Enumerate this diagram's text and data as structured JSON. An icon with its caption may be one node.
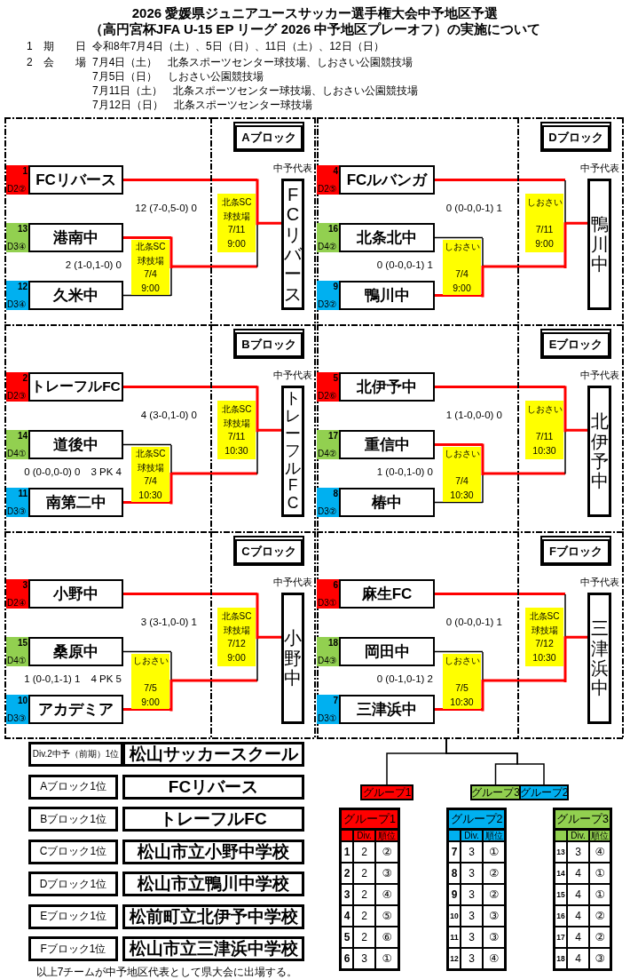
{
  "diagram": {
    "title": "2026 愛媛県ジュニアユースサッカー選手権大会中予地区予選",
    "nodes": [
      {
        "text": [],
        "shape": "box"
      },
      {
        "text": [
          "Aブロック"
        ],
        "in": 0
      },
      {
        "text": [
          "1",
          "D2②"
        ],
        "in": 0
      },
      {
        "text": [
          "FCリバース"
        ],
        "in": 0
      },
      {
        "text": [
          "北条SC球技場",
          "7/11",
          "9:00"
        ],
        "in": 0
      },
      {
        "text": [
          "FCリバース"
        ],
        "beside": [
          "中予代表"
        ],
        "in": 0
      },
      {
        "text": [
          "13",
          "D3④"
        ],
        "in": 0
      },
      {
        "text": [
          "港南中"
        ],
        "in": 0
      },
      {
        "text": [
          "北条SC球技場",
          "7/4",
          "9:00"
        ],
        "in": 0
      },
      {
        "text": [
          "12",
          "D3④"
        ],
        "in": 0
      },
      {
        "text": [
          "久米中"
        ],
        "in": 0
      },
      {
        "text": [],
        "shape": "box"
      },
      {
        "text": [
          "Dブロック"
        ],
        "in": 11
      },
      {
        "text": [
          "4",
          "D2⑤"
        ],
        "in": 11
      },
      {
        "text": [
          "FCルバンガ"
        ],
        "in": 11
      },
      {
        "text": [
          "しおさい",
          "7/11",
          "9:00"
        ],
        "in": 11
      },
      {
        "text": [
          "鴨川中"
        ],
        "beside": [
          "中予代表"
        ],
        "in": 11
      },
      {
        "text": [
          "16",
          "D4②"
        ],
        "in": 11
      },
      {
        "text": [
          "北条北中"
        ],
        "in": 11
      },
      {
        "text": [
          "しおさい",
          "7/4",
          "9:00"
        ],
        "in": 11
      },
      {
        "text": [
          "9",
          "D3②"
        ],
        "in": 11
      },
      {
        "text": [
          "鴨川中"
        ],
        "in": 11
      },
      {
        "text": [],
        "shape": "box"
      },
      {
        "text": [
          "Bブロック"
        ],
        "in": 22
      },
      {
        "text": [
          "2",
          "D2③"
        ],
        "in": 22
      },
      {
        "text": [
          "トレーフルFC"
        ],
        "in": 22
      },
      {
        "text": [
          "北条SC球技場",
          "7/11",
          "10:30"
        ],
        "in": 22
      },
      {
        "text": [
          "トレーフルFC"
        ],
        "beside": [
          "中予代表"
        ],
        "in": 22
      },
      {
        "text": [
          "14",
          "D4①"
        ],
        "in": 22
      },
      {
        "text": [
          "道後中"
        ],
        "in": 22
      },
      {
        "text": [
          "北条SC球技場",
          "7/4",
          "10:30"
        ],
        "in": 22
      },
      {
        "text": [
          "11",
          "D3③"
        ],
        "in": 22
      },
      {
        "text": [
          "南第二中"
        ],
        "in": 22
      },
      {
        "text": [],
        "shape": "box"
      },
      {
        "text": [
          "Eブロック"
        ],
        "in": 33
      },
      {
        "text": [
          "5",
          "D2⑥"
        ],
        "in": 33
      },
      {
        "text": [
          "北伊予中"
        ],
        "in": 33
      },
      {
        "text": [
          "しおさい",
          "7/11",
          "10:30"
        ],
        "in": 33
      },
      {
        "text": [
          "北伊予中"
        ],
        "beside": [
          "中予代表"
        ],
        "in": 33
      },
      {
        "text": [
          "17",
          "D4②"
        ],
        "in": 33
      },
      {
        "text": [
          "重信中"
        ],
        "in": 33
      },
      {
        "text": [
          "しおさい",
          "7/4",
          "10:30"
        ],
        "in": 33
      },
      {
        "text": [
          "8",
          "D3②"
        ],
        "in": 33
      },
      {
        "text": [
          "椿中"
        ],
        "in": 33
      },
      {
        "text": [],
        "shape": "box"
      },
      {
        "text": [
          "Cブロック"
        ],
        "in": 44
      },
      {
        "text": [
          "3",
          "D2④"
        ],
        "in": 44
      },
      {
        "text": [
          "小野中"
        ],
        "in": 44
      },
      {
        "text": [
          "北条SC球技場",
          "7/12",
          "9:00"
        ],
        "in": 44
      },
      {
        "text": [
          "小野中"
        ],
        "beside": [
          "中予代表"
        ],
        "in": 44
      },
      {
        "text": [
          "15",
          "D4①"
        ],
        "in": 44
      },
      {
        "text": [
          "桑原中"
        ],
        "in": 44
      },
      {
        "text": [
          "しおさい",
          "7/5",
          "9:00"
        ],
        "in": 44
      },
      {
        "text": [
          "10",
          "D3③"
        ],
        "in": 44
      },
      {
        "text": [
          "アカデミア"
        ],
        "in": 44
      },
      {
        "text": [],
        "shape": "box"
      },
      {
        "text": [
          "Fブロック"
        ],
        "in": 55
      },
      {
        "text": [
          "6",
          "D3①"
        ],
        "in": 55
      },
      {
        "text": [
          "麻生FC"
        ],
        "in": 55
      },
      {
        "text": [
          "北条SC球技場",
          "7/12",
          "10:30"
        ],
        "in": 55
      },
      {
        "text": [
          "三津浜中"
        ],
        "beside": [
          "中予代表"
        ],
        "in": 55
      },
      {
        "text": [
          "18",
          "D4③"
        ],
        "in": 55
      },
      {
        "text": [
          "岡田中"
        ],
        "in": 55
      },
      {
        "text": [
          "しおさい",
          "7/5",
          "10:30"
        ],
        "in": 55
      },
      {
        "text": [
          "7",
          "D3①"
        ],
        "in": 55
      },
      {
        "text": [
          "三津浜中"
        ],
        "in": 55
      },
      {
        "text": [
          "Div.2中予（前期）1位"
        ]
      },
      {
        "text": [
          "松山サッカースクール"
        ]
      },
      {
        "text": [
          "Aブロック1位"
        ]
      },
      {
        "text": [
          "FCリバース"
        ]
      },
      {
        "text": [
          "Bブロック1位"
        ]
      },
      {
        "text": [
          "トレーフルFC"
        ]
      },
      {
        "text": [
          "Cブロック1位"
        ]
      },
      {
        "text": [
          "松山市立小野中学校"
        ]
      },
      {
        "text": [
          "Dブロック1位"
        ]
      },
      {
        "text": [
          "松山市立鴨川中学校"
        ]
      },
      {
        "text": [
          "Eブロック1位"
        ]
      },
      {
        "text": [
          "松前町立北伊予中学校"
        ]
      },
      {
        "text": [
          "Fブロック1位"
        ]
      },
      {
        "text": [
          "松山市立三津浜中学校"
        ]
      },
      {
        "text": [
          "グループ1"
        ]
      },
      {
        "text": [
          "グループ3"
        ]
      },
      {
        "text": [
          "グループ2"
        ]
      }
    ],
    "edges": [
      {
        "from": 3,
        "to": 4,
        "arrow": "none"
      },
      {
        "from": 7,
        "to": 8,
        "arrow": "none"
      },
      {
        "from": 10,
        "to": 8,
        "arrow": "none",
        "color": "#000000"
      },
      {
        "from": 8,
        "to": 4,
        "arrow": "none"
      },
      {
        "from": 4,
        "to": 5,
        "arrow": "none"
      },
      {
        "from": 14,
        "to": 15,
        "arrow": "none"
      },
      {
        "from": 18,
        "to": 19,
        "arrow": "none",
        "color": "#000000"
      },
      {
        "from": 21,
        "to": 19,
        "arrow": "none"
      },
      {
        "from": 19,
        "to": 15,
        "arrow": "none"
      },
      {
        "from": 15,
        "to": 16,
        "arrow": "none"
      },
      {
        "from": 25,
        "to": 26,
        "arrow": "none"
      },
      {
        "from": 29,
        "to": 30,
        "arrow": "none",
        "color": "#000000"
      },
      {
        "from": 32,
        "to": 30,
        "arrow": "none"
      },
      {
        "from": 30,
        "to": 26,
        "arrow": "none"
      },
      {
        "from": 26,
        "to": 27,
        "arrow": "none"
      },
      {
        "from": 36,
        "to": 37,
        "arrow": "none"
      },
      {
        "from": 40,
        "to": 41,
        "arrow": "none"
      },
      {
        "from": 43,
        "to": 41,
        "arrow": "none",
        "color": "#000000"
      },
      {
        "from": 41,
        "to": 37,
        "arrow": "none"
      },
      {
        "from": 37,
        "to": 38,
        "arrow": "none"
      },
      {
        "from": 47,
        "to": 48,
        "arrow": "none"
      },
      {
        "from": 51,
        "to": 52,
        "arrow": "none",
        "color": "#000000"
      },
      {
        "from": 54,
        "to": 52,
        "arrow": "none"
      },
      {
        "from": 52,
        "to": 48,
        "arrow": "none"
      },
      {
        "from": 48,
        "to": 49,
        "arrow": "none"
      },
      {
        "from": 58,
        "to": 59,
        "arrow": "none"
      },
      {
        "from": 62,
        "to": 63,
        "arrow": "none",
        "color": "#000000"
      },
      {
        "from": 65,
        "to": 63,
        "arrow": "none"
      },
      {
        "from": 63,
        "to": 59,
        "arrow": "none"
      },
      {
        "from": 59,
        "to": 60,
        "arrow": "none"
      },
      {
        "from": 55,
        "to": 80,
        "arrow": "none",
        "color": "#000000"
      },
      {
        "from": 55,
        "to": 81,
        "arrow": "none",
        "color": "#000000"
      },
      {
        "from": 55,
        "to": 82,
        "arrow": "none",
        "color": "#000000"
      }
    ],
    "labels": [
      "（高円宮杯JFA U-15 EP リーグ 2026 中予地区プレーオフ）の実施について",
      "1　期　　日",
      "令和8年7月4日（土）、5日（日）、11日（土）、12日（日）",
      "2　会　　場",
      "7月4日（土）　北条スポーツセンター球技場、しおさい公園競技場",
      "7月5日（日）　しおさい公園競技場",
      "7月11日（土）　北条スポーツセンター球技場、しおさい公園競技場",
      "7月12日（日）　北条スポーツセンター球技場",
      "12 (7-0,5-0) 0",
      "2 (1-0,1-0) 0",
      "0 (0-0,0-1) 1",
      "0 (0-0,0-1) 1",
      "4 (3-0,1-0) 0",
      "0 (0-0,0-0) 0　3 PK 4",
      "1 (1-0,0-0) 0",
      "1 (0-0,1-0) 0",
      "3 (3-1,0-0) 1",
      "1 (0-0,1-1) 1　4 PK 5",
      "0 (0-0,0-1) 1",
      "0 (0-1,0-1) 2",
      "グループ1",
      "Div.",
      "順位",
      "1",
      "2",
      "②",
      "2",
      "2",
      "③",
      "3",
      "2",
      "④",
      "4",
      "2",
      "⑤",
      "5",
      "2",
      "⑥",
      "6",
      "3",
      "①",
      "グループ2",
      "Div.",
      "順位",
      "7",
      "3",
      "①",
      "8",
      "3",
      "②",
      "9",
      "3",
      "②",
      "10",
      "3",
      "③",
      "11",
      "3",
      "③",
      "12",
      "3",
      "④",
      "グループ3",
      "Div.",
      "順位",
      "13",
      "3",
      "④",
      "14",
      "4",
      "①",
      "15",
      "4",
      "①",
      "16",
      "4",
      "②",
      "17",
      "4",
      "②",
      "18",
      "4",
      "③",
      "以上7チームが中予地区代表として県大会に出場する。"
    ]
  }
}
